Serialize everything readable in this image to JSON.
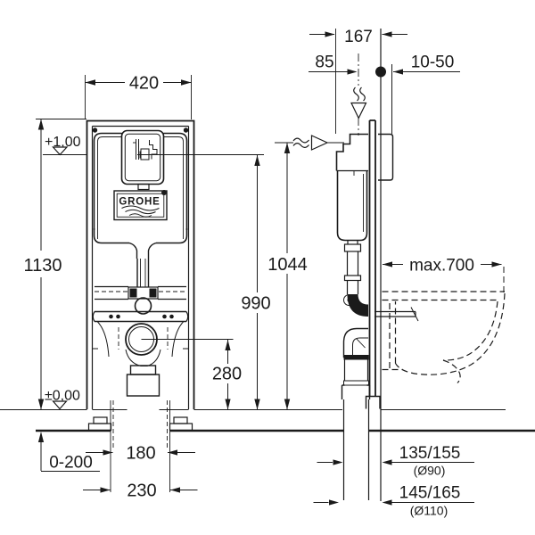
{
  "drawing": {
    "type": "installation-dimension-drawing",
    "brand": "GROHE",
    "labels": {
      "frame_width": "420",
      "frame_height": "1130",
      "datum_top": "+1,00",
      "datum_floor": "±0,00",
      "flush_bend_height": "990",
      "supply_height": "1044",
      "outlet_height": "280",
      "foot_adjust_range": "0-200",
      "bolt_spacing": "180",
      "drain_offset": "230",
      "frame_depth": "167",
      "supply_offset": "85",
      "wall_finish_range": "10-50",
      "bowl_depth_max": "max.700",
      "drain90_offset": "135/155",
      "drain90_diameter": "(Ø90)",
      "drain110_offset": "145/165",
      "drain110_diameter": "(Ø110)"
    },
    "line_color": "#1a1a1a",
    "background_color": "#ffffff"
  }
}
